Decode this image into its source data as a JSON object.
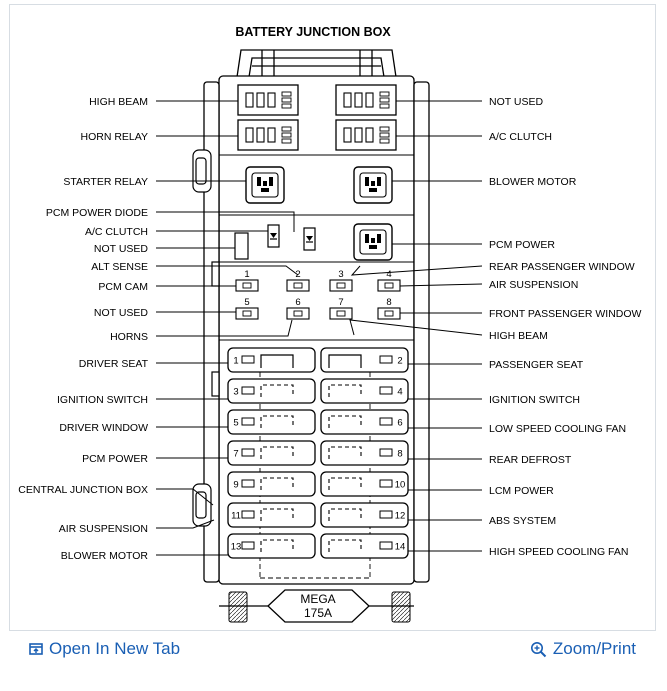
{
  "title": "BATTERY JUNCTION BOX",
  "left_labels": [
    "HIGH BEAM",
    "HORN RELAY",
    "STARTER RELAY",
    "PCM POWER DIODE",
    "A/C CLUTCH",
    "NOT USED",
    "ALT SENSE",
    "PCM CAM",
    "NOT USED",
    "HORNS",
    "DRIVER SEAT",
    "IGNITION SWITCH",
    "DRIVER WINDOW",
    "PCM POWER",
    "CENTRAL JUNCTION BOX",
    "AIR SUSPENSION",
    "BLOWER MOTOR"
  ],
  "right_labels": [
    "NOT USED",
    "A/C CLUTCH",
    "BLOWER MOTOR",
    "PCM POWER",
    "REAR PASSENGER WINDOW",
    "AIR SUSPENSION",
    "FRONT PASSENGER WINDOW",
    "HIGH BEAM",
    "PASSENGER SEAT",
    "IGNITION SWITCH",
    "LOW SPEED COOLING FAN",
    "REAR DEFROST",
    "LCM POWER",
    "ABS SYSTEM",
    "HIGH SPEED COOLING FAN"
  ],
  "mini_fuse_numbers": [
    "1",
    "2",
    "3",
    "4",
    "5",
    "6",
    "7",
    "8"
  ],
  "maxi_fuse_numbers": [
    "1",
    "2",
    "3",
    "4",
    "5",
    "6",
    "7",
    "8",
    "9",
    "10",
    "11",
    "12",
    "13",
    "14"
  ],
  "mega_fuse": {
    "line1": "MEGA",
    "line2": "175A"
  },
  "links": {
    "open_new_tab": "Open In New Tab",
    "zoom_print": "Zoom/Print"
  },
  "colors": {
    "link": "#1a5fb4",
    "border": "#d7dde3"
  }
}
